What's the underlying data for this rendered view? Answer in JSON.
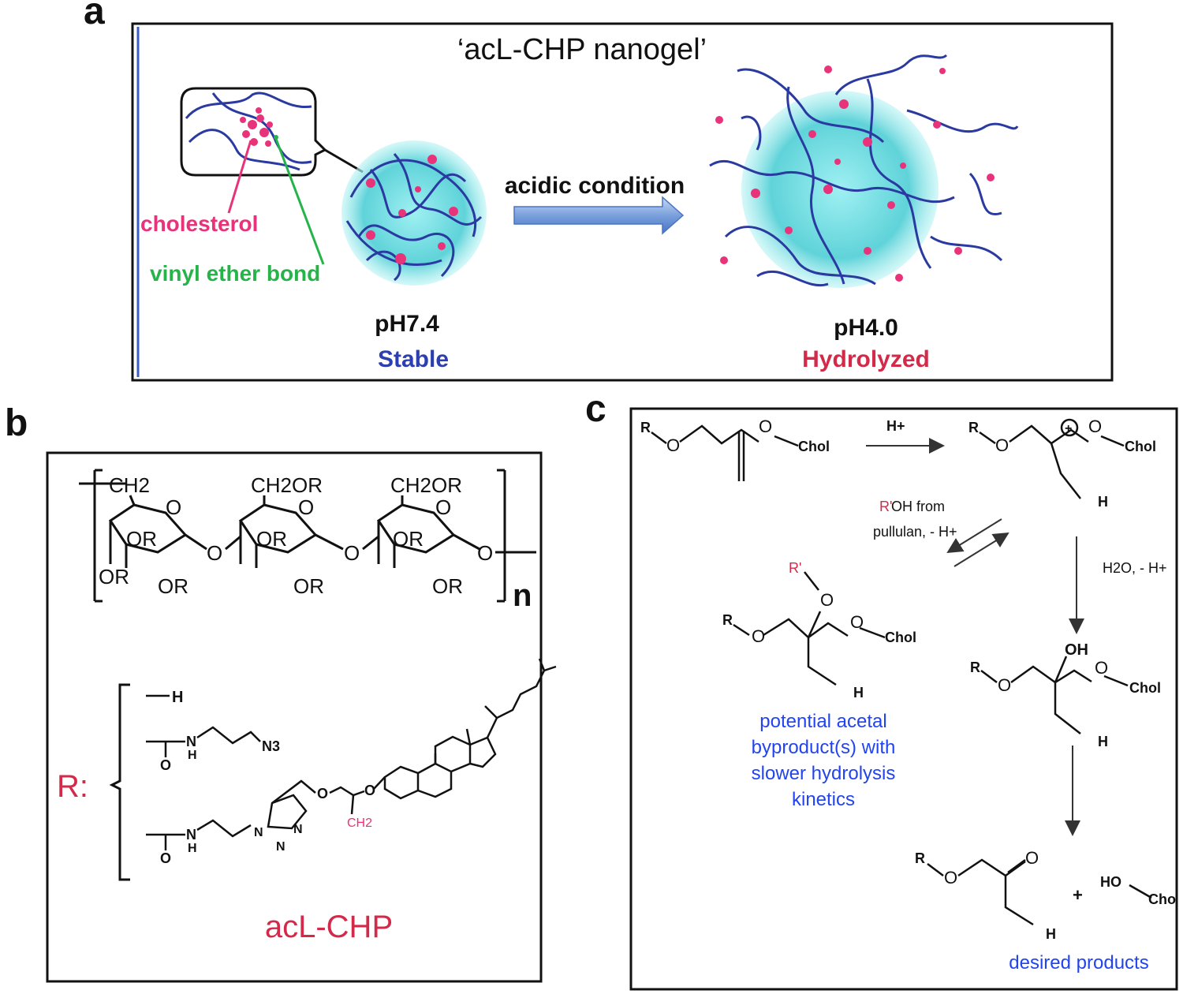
{
  "panels": {
    "a": {
      "letter": "a",
      "title": "‘acL-CHP nanogel’",
      "label_cholesterol": "cholesterol",
      "label_vinyl": "vinyl ether bond",
      "arrow_label": "acidic condition",
      "left_ph": "pH7.4",
      "left_state": "Stable",
      "right_ph": "pH4.0",
      "right_state": "Hydrolyzed"
    },
    "b": {
      "letter": "b",
      "ch2": "CH2",
      "ch2or": "CH2OR",
      "or": "OR",
      "o": "O",
      "n": "n",
      "r_label": "R:",
      "sub_h": "H",
      "sub_n3": "N3",
      "nh": "N",
      "nh_h": "H",
      "o_small": "O",
      "triazole_n": "N",
      "ch2_red": "CH2",
      "name": "acL-CHP"
    },
    "c": {
      "letter": "c",
      "r": "R",
      "o": "O",
      "chol": "Chol",
      "h_plus": "H+",
      "h": "H",
      "oh": "OH",
      "r_prime": "R'",
      "roh_line1": "OH from",
      "roh_line2": "pullulan, - H+",
      "h2o": "H2O, - H+",
      "byproduct_line1": "potential acetal",
      "byproduct_line2": "byproduct(s) with",
      "byproduct_line3": "slower hydrolysis",
      "byproduct_line4": "kinetics",
      "ho": "HO",
      "chol_cut": "Cho",
      "plus": "+",
      "desired": "desired products"
    }
  },
  "colors": {
    "pink": "#e8337a",
    "green": "#26b34a",
    "blue": "#2b3fb0",
    "chain_blue": "#2a3aa0",
    "gel_cyan": "#5fd3d9",
    "red_text": "#d42a4a",
    "byproduct_blue": "#2244ee"
  }
}
